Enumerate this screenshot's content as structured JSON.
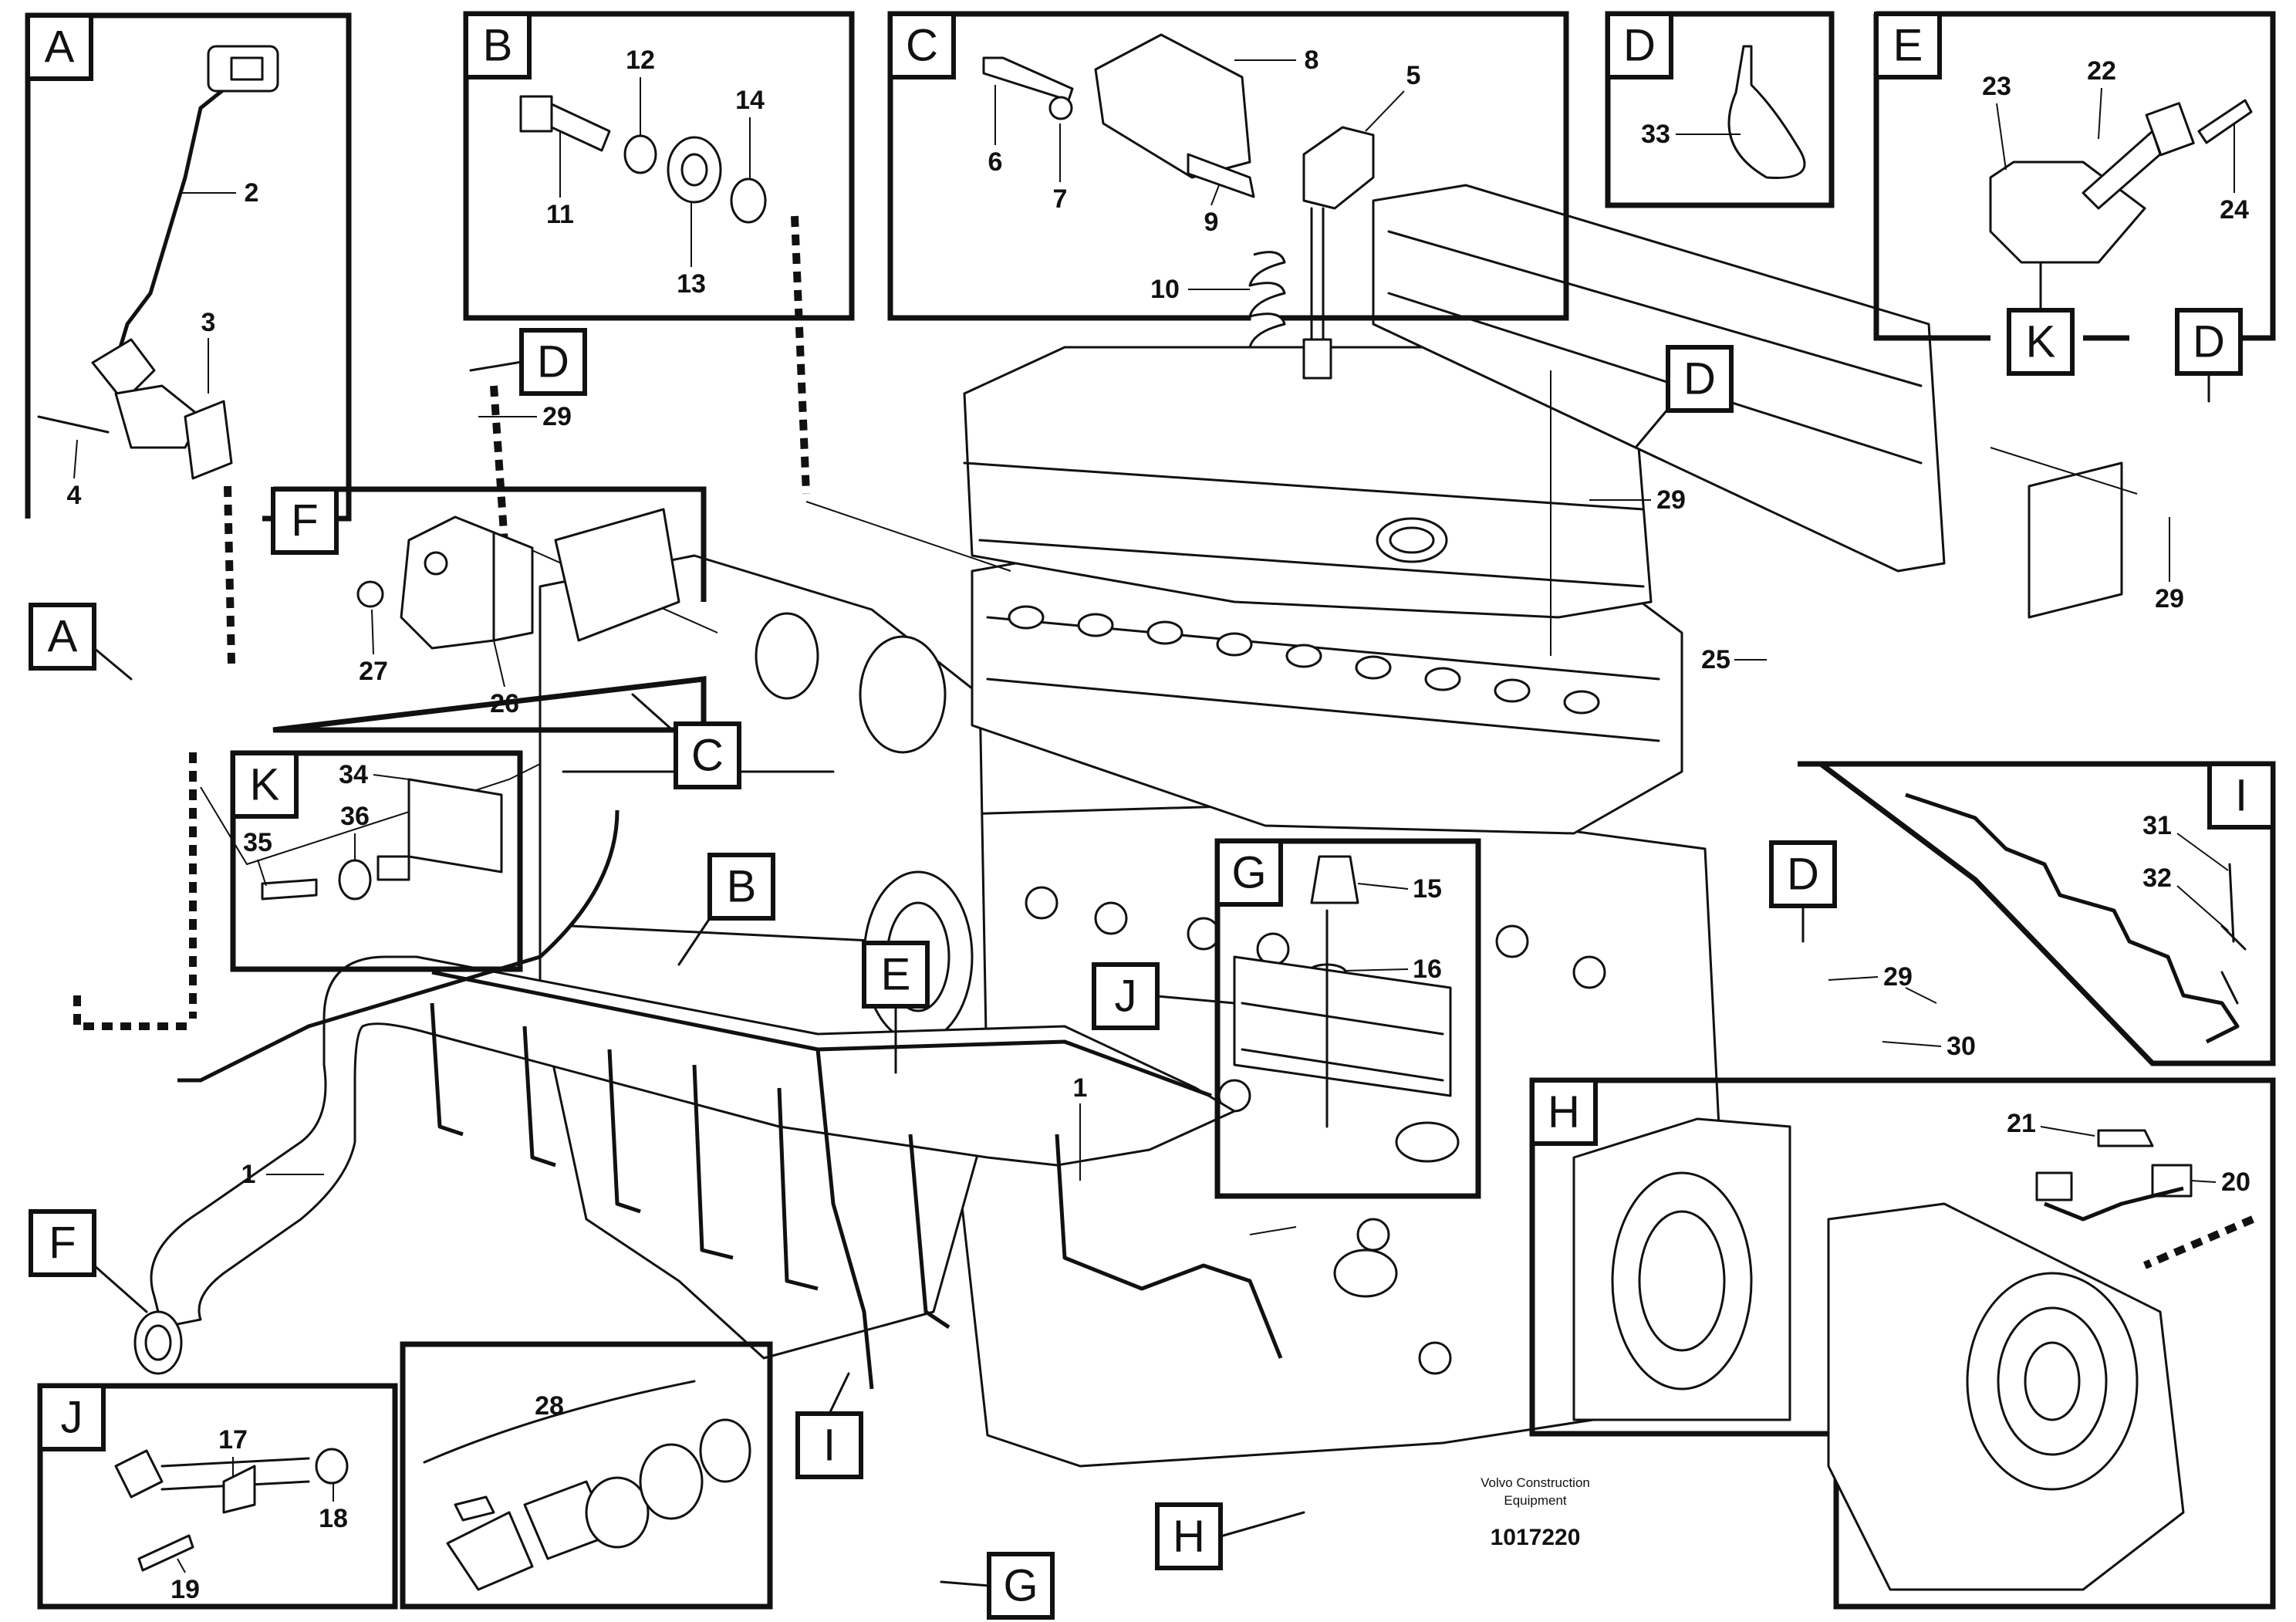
{
  "detail_frames": [
    {
      "letter": "A"
    },
    {
      "letter": "B"
    },
    {
      "letter": "C"
    },
    {
      "letter": "D"
    },
    {
      "letter": "E"
    },
    {
      "letter": "F"
    },
    {
      "letter": "K"
    },
    {
      "letter": "G"
    },
    {
      "letter": "H"
    },
    {
      "letter": "I"
    },
    {
      "letter": "J"
    }
  ],
  "callouts": [
    "A",
    "B",
    "C",
    "D",
    "D",
    "D",
    "D",
    "D",
    "E",
    "F",
    "G",
    "H",
    "I",
    "J",
    "K"
  ],
  "part_numbers": [
    "1",
    "1",
    "2",
    "3",
    "4",
    "5",
    "6",
    "7",
    "8",
    "9",
    "10",
    "11",
    "12",
    "13",
    "14",
    "15",
    "16",
    "17",
    "18",
    "19",
    "20",
    "21",
    "22",
    "23",
    "24",
    "25",
    "26",
    "27",
    "28",
    "29",
    "29",
    "29",
    "29",
    "29",
    "30",
    "31",
    "32",
    "33",
    "34",
    "35",
    "36"
  ],
  "credit": {
    "line1": "Volvo Construction",
    "line2": "Equipment",
    "doc_number": "1017220"
  }
}
